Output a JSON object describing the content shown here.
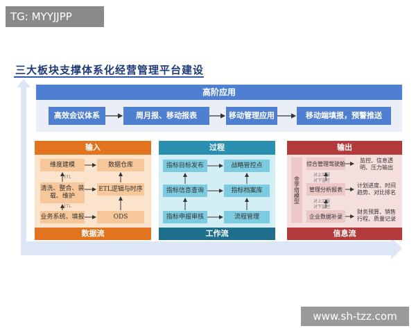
{
  "watermark": "TG: MYYJJPP",
  "title": "三大板块支撑体系化经营管理平台建设",
  "top": {
    "header": "高阶应用",
    "boxes": [
      "高效会议体系",
      "周月报、移动报表",
      "移动管理应用",
      "移动端填报，预警推送"
    ]
  },
  "input": {
    "header": "输入",
    "footer": "数据流",
    "left": [
      "维度建模",
      "清洗、整合、装载、维护",
      "业务系统、填报"
    ],
    "right": [
      "数据仓库",
      "ETL逻辑与时序",
      "ODS"
    ],
    "etl": [
      "ETL",
      "ETL"
    ]
  },
  "process": {
    "header": "过程",
    "footer": "工作流",
    "left": [
      "指标目标发布",
      "指标信息查询",
      "指标申报审核"
    ],
    "right": [
      "战略管控点",
      "指标档案库",
      "流程管理"
    ]
  },
  "output": {
    "header": "输出",
    "footer": "信息流",
    "side": "金字塔模型",
    "center": [
      "综合管理驾驶舱",
      "管理分析报表",
      "企业数据补录"
    ],
    "right": [
      "监控、信息透明、压力输出",
      "计划进度、时间趋势、对比排名",
      "财务预算、销售行程、质量记录"
    ],
    "small_notes": [
      "对上汇报",
      "对下监控",
      "对上汇报",
      "对下监控"
    ]
  },
  "url": "www.sh-tzz.com",
  "colors": {
    "blue": "#4f7fd0",
    "input": "#e3741f",
    "process": "#2a8fb0",
    "output": "#b23a3a",
    "input_cell": "#f6c79a",
    "process_cell": "#7ccbe0",
    "output_cell": "#ecc7c7"
  }
}
